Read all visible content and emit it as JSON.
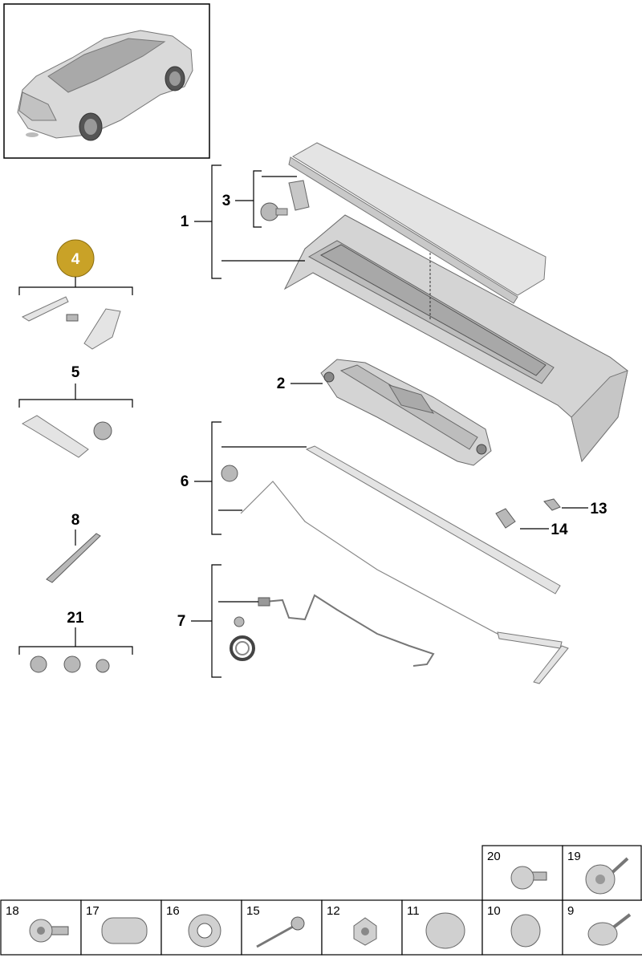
{
  "highlight_color": "#c9a227",
  "callouts": {
    "c1": "1",
    "c2": "2",
    "c3": "3",
    "c4": "4",
    "c5": "5",
    "c6": "6",
    "c7": "7",
    "c8": "8",
    "c13": "13",
    "c14": "14",
    "c21": "21"
  },
  "small_parts": [
    {
      "id": "18",
      "icon": "bolt-icon"
    },
    {
      "id": "17",
      "icon": "oval-plug-icon"
    },
    {
      "id": "16",
      "icon": "grommet-icon"
    },
    {
      "id": "15",
      "icon": "rivet-icon"
    },
    {
      "id": "12",
      "icon": "nut-icon"
    },
    {
      "id": "11",
      "icon": "round-plug-icon"
    },
    {
      "id": "10",
      "icon": "cap-icon"
    },
    {
      "id": "9",
      "icon": "clip-icon"
    },
    {
      "id": "20",
      "icon": "screw-icon"
    },
    {
      "id": "19",
      "icon": "expanding-clip-icon"
    }
  ]
}
